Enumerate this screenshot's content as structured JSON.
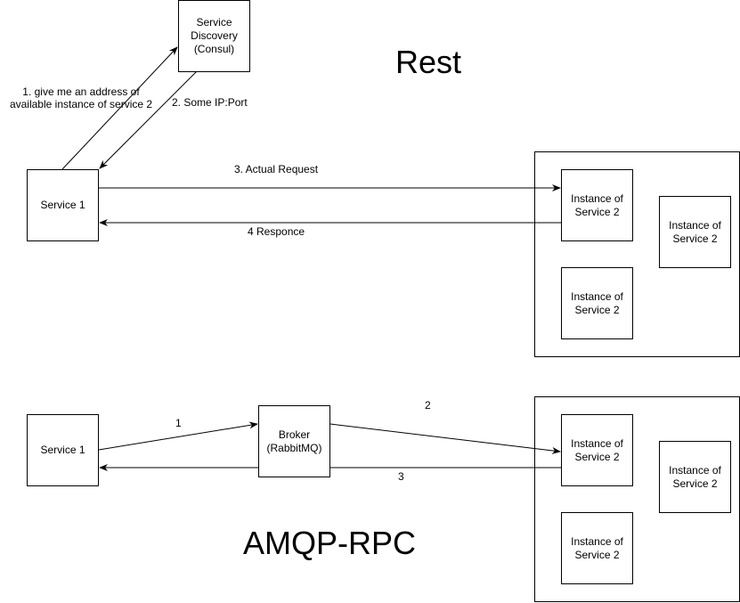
{
  "rest": {
    "title": "Rest",
    "service_discovery": "Service\nDiscovery\n(Consul)",
    "service1": "Service 1",
    "instances": [
      "Instance of\nService 2",
      "Instance of\nService 2",
      "Instance of\nService 2"
    ],
    "labels": {
      "step1": "1. give me an address of\navailable instance of service 2",
      "step2": "2. Some IP:Port",
      "step3": "3. Actual Request",
      "step4": "4 Responce"
    }
  },
  "amqp": {
    "title": "AMQP-RPC",
    "service1": "Service 1",
    "broker": "Broker\n(RabbitMQ)",
    "instances": [
      "Instance of\nService 2",
      "Instance of\nService 2",
      "Instance of\nService 2"
    ],
    "labels": {
      "step1": "1",
      "step2": "2",
      "step3": "3"
    }
  }
}
